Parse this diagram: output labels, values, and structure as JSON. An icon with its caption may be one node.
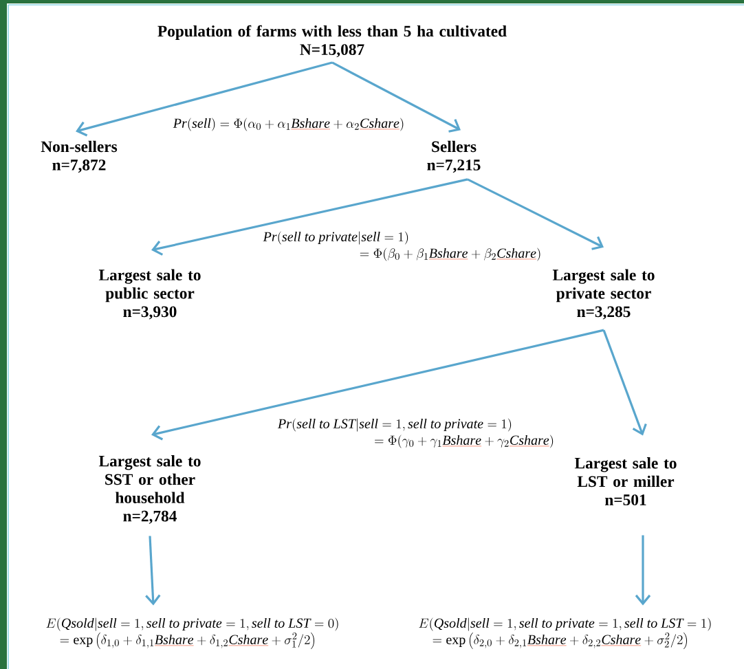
{
  "diagram": {
    "nodes": [
      {
        "text": [
          "Population of farms with less than 5 ha cultivated",
          "N=15,087"
        ]
      },
      {
        "text": [
          "Non-sellers",
          "n=7,872"
        ]
      },
      {
        "text": [
          "Sellers",
          "n=7,215"
        ]
      },
      {
        "text": [
          "Largest sale to public sector",
          "n=3,930"
        ]
      },
      {
        "text": [
          "Largest sale to private sector",
          "n=3,285"
        ]
      },
      {
        "text": [
          "Largest sale to SST or other household",
          "n=2,784"
        ]
      },
      {
        "text": [
          "Largest sale to LST or miller",
          "n=501"
        ]
      },
      {
        "text": [
          "\\begin{array}{l}E(\\mathit{Qsold}|\\mathit{sell}=1,\\mathit{sell\\ to\\ private}=1,\\mathit{sell\\ to\\ LST}=0)\\\\ \\quad=\\exp\\left(\\delta_{1,0}+\\delta_{1,1}\\textcolor{red}{\\underline{\\textcolor{black}{\\mathit{Bshare}}}}+\\delta_{1,2}\\textcolor{red}{\\underline{\\textcolor{black}{\\mathit{Cshare}}}}+\\sigma_1^2/2\\right)\\end{array}"
        ]
      },
      {
        "text": [
          "\\begin{array}{l}E(\\mathit{Qsold}|\\mathit{sell}=1,\\mathit{sell\\ to\\ private}=1,\\mathit{sell\\ to\\ LST}=1)\\\\ \\quad=\\exp\\left(\\delta_{2,0}+\\delta_{2,1}\\textcolor{red}{\\underline{\\textcolor{black}{\\mathit{Bshare}}}}+\\delta_{2,2}\\textcolor{red}{\\underline{\\textcolor{black}{\\mathit{Cshare}}}}+\\sigma_2^2/2\\right)\\end{array}"
        ]
      }
    ],
    "edges": [
      {
        "from": 0,
        "to": 1,
        "arrow": "to"
      },
      {
        "from": 0,
        "to": 2,
        "arrow": "to"
      },
      {
        "from": 2,
        "to": 3,
        "arrow": "to"
      },
      {
        "from": 2,
        "to": 4,
        "arrow": "to"
      },
      {
        "from": 4,
        "to": 5,
        "arrow": "to"
      },
      {
        "from": 4,
        "to": 6,
        "arrow": "to"
      },
      {
        "from": 5,
        "to": 7,
        "arrow": "to"
      },
      {
        "from": 6,
        "to": 8,
        "arrow": "to"
      }
    ],
    "labels": [
      "\\mathit{Pr}(\\mathit{sell})=\\Phi(\\alpha_0+\\alpha_1\\textcolor{red}{\\underline{\\textcolor{black}{\\mathit{Bshare}}}}+\\alpha_2\\textcolor{red}{\\underline{\\textcolor{black}{\\mathit{Cshare}}}})",
      "\\begin{array}{l}\\mathit{Pr}(\\mathit{sell\\ to\\ private}|\\mathit{sell}=1)\\\\ \\qquad\\qquad\\qquad\\quad=\\Phi(\\beta_0+\\beta_1\\textcolor{red}{\\underline{\\textcolor{black}{\\mathit{Bshare}}}}+\\beta_2\\textcolor{red}{\\underline{\\textcolor{black}{\\mathit{Cshare}}}})\\end{array}",
      "\\begin{array}{l}\\mathit{Pr}(\\mathit{sell\\ to\\ LST}|\\mathit{sell}=1,\\mathit{sell\\ to\\ private}=1)\\\\ \\qquad\\qquad\\qquad\\quad=\\Phi(\\gamma_0+\\gamma_1\\textcolor{red}{\\underline{\\textcolor{black}{\\mathit{Bshare}}}}+\\gamma_2\\textcolor{red}{\\underline{\\textcolor{black}{\\mathit{Cshare}}}})\\end{array}"
    ]
  }
}
